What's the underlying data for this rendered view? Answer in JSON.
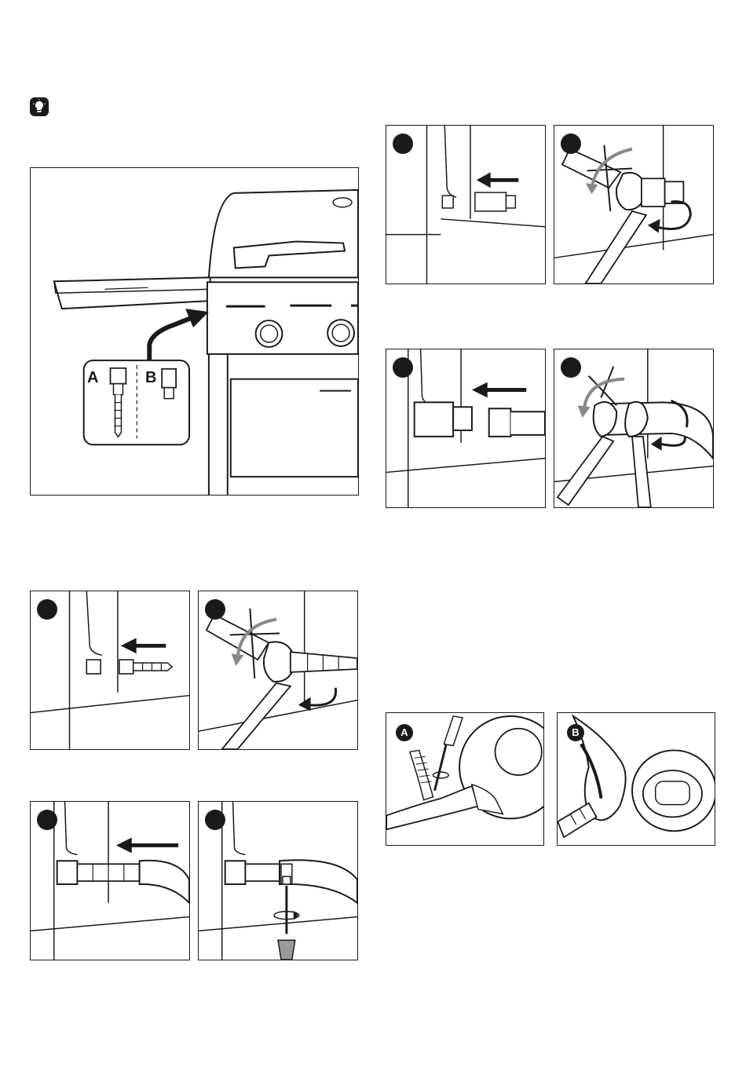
{
  "overview": {
    "callout_a": "A",
    "callout_b": "B"
  },
  "hose_options": {
    "label_a": "A",
    "label_b": "B"
  },
  "icons": {
    "tip": "lightbulb-icon",
    "turn": "rotate-arrow-icon",
    "push": "left-arrow-icon",
    "forbidden": "cross-mark-icon"
  }
}
